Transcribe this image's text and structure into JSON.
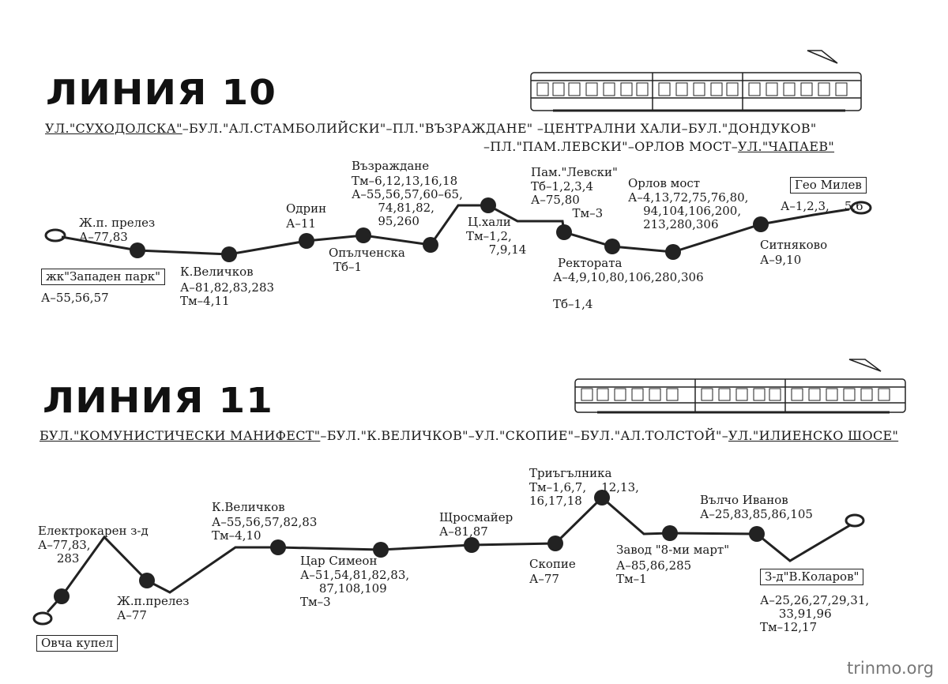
{
  "lines": [
    {
      "title": "ЛИНИЯ 10",
      "route_line1": [
        {
          "text": "УЛ.\"СУХОДОЛСКА\"",
          "underline": true
        },
        {
          "text": "–БУЛ.\"АЛ.СТАМБОЛИЙСКИ\"–ПЛ.\"ВЪЗРАЖДАНЕ\" –ЦЕНТРАЛНИ ХАЛИ–БУЛ.\"ДОНДУКОВ\"",
          "underline": false
        }
      ],
      "route_line2": [
        {
          "text": "–ПЛ.\"ПАМ.ЛЕВСКИ\"–ОРЛОВ МОСТ–",
          "underline": false
        },
        {
          "text": "УЛ.\"ЧАПАЕВ\"",
          "underline": true
        }
      ],
      "terminals": {
        "start": "жк\"Западен парк\"",
        "start_info": "А–55,56,57",
        "end": "Гео Милев"
      },
      "stops": [
        {
          "name": "Ж.п. прелез",
          "info": "А–77,83"
        },
        {
          "name": "К.Величков",
          "info": "А–81,82,83,283\nТм–4,11"
        },
        {
          "name": "Одрин",
          "info": "А–11"
        },
        {
          "name": "Опълченска",
          "info": "Тб–1"
        },
        {
          "name": "Възраждане",
          "info": "Тм–6,12,13,16,18\nА–55,56,57,60–65,\n       74,81,82,\n       95,260"
        },
        {
          "name": "Ц.хали",
          "info": "Тм–1,2,\n      7,9,14"
        },
        {
          "name": "Пам.\"Левски\"",
          "info": "Тб–1,2,3,4\nА–75,80\n           Тм–3"
        },
        {
          "name": "Ректората",
          "info": "А–4,9,10,80,106,280,306\n\nТб–1,4"
        },
        {
          "name": "Орлов мост",
          "info": "А–4,13,72,75,76,80,\n    94,104,106,200,\n    213,280,306"
        },
        {
          "name": "Ситняково",
          "info": "А–9,10"
        },
        {
          "name": "",
          "info": "А–1,2,3,    5,6"
        }
      ]
    },
    {
      "title": "ЛИНИЯ 11",
      "route_line1": [
        {
          "text": "БУЛ.\"КОМУНИСТИЧЕСКИ МАНИФЕСТ\"",
          "underline": true
        },
        {
          "text": "–БУЛ.\"К.ВЕЛИЧКОВ\"–УЛ.\"СКОПИЕ\"–БУЛ.\"АЛ.ТОЛСТОЙ\"–",
          "underline": false
        },
        {
          "text": "УЛ.\"ИЛИЕНСКО ШОСЕ\"",
          "underline": true
        }
      ],
      "terminals": {
        "start": "Овча купел",
        "end": "З-д\"В.Коларов\"",
        "end_info": "А–25,26,27,29,31,\n     33,91,96\nТм–12,17"
      },
      "stops": [
        {
          "name": "Електрокарен з-д",
          "info": "А–77,83,\n     283"
        },
        {
          "name": "Ж.п.прелез",
          "info": "А–77"
        },
        {
          "name": "К.Величков",
          "info": "А–55,56,57,82,83\nТм–4,10"
        },
        {
          "name": "Цар Симеон",
          "info": "А–51,54,81,82,83,\n     87,108,109\nТм–3"
        },
        {
          "name": "Щросмайер",
          "info": "А–81,87"
        },
        {
          "name": "Скопие",
          "info": "А–77"
        },
        {
          "name": "Триъгълника",
          "info": "Тм–1,6,7,    12,13,\n16,17,18"
        },
        {
          "name": "Завод \"8-ми март\"",
          "info": "А–85,86,285\nТм–1"
        },
        {
          "name": "Вълчо Иванов",
          "info": "А–25,83,85,86,105"
        }
      ]
    }
  ],
  "watermark": "trinmo.org"
}
